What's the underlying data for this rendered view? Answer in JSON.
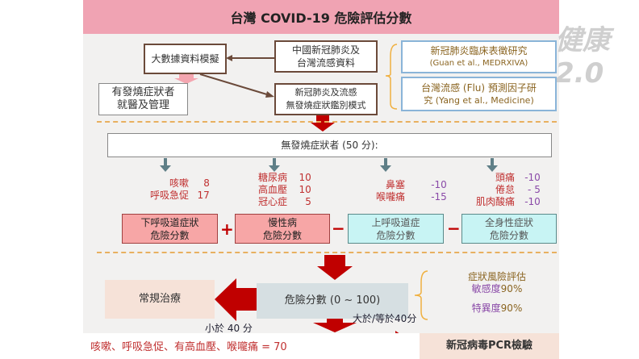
{
  "title": "台灣 COVID-19 危險評估分數",
  "logo": "健康2.0",
  "top": {
    "big_data": "大數據資料模擬",
    "source_line1": "中國新冠肺炎及",
    "source_line2": "台灣流感資料",
    "study1_line1": "新冠肺炎臨床表徵研究",
    "study1_line2": "(Guan et al., MEDRXIVA)",
    "study2_line1": "台灣流感 (Flu) 預測因子研",
    "study2_line2": "究 (Yang et al., Medicine)",
    "fever_line1": "有發燒症狀者",
    "fever_line2": "就醫及管理",
    "model_line1": "新冠肺炎及流感",
    "model_line2": "無發燒症狀鑑別模式"
  },
  "no_fever": "無發燒症狀者 (50 分):",
  "groups": [
    {
      "items": [
        {
          "name": "咳嗽",
          "score": "8"
        },
        {
          "name": "呼吸急促",
          "score": "17"
        }
      ],
      "label1": "下呼吸道症狀",
      "label2": "危險分數"
    },
    {
      "items": [
        {
          "name": "糖尿病",
          "score": "10"
        },
        {
          "name": "高血壓",
          "score": "10"
        },
        {
          "name": "冠心症",
          "score": "5"
        }
      ],
      "label1": "慢性病",
      "label2": "危險分數"
    },
    {
      "items": [
        {
          "name": "鼻塞",
          "score": "-10"
        },
        {
          "name": "喉嚨痛",
          "score": "-15"
        }
      ],
      "label1": "上呼吸道症",
      "label2": "危險分數"
    },
    {
      "items": [
        {
          "name": "頭痛",
          "score": "-10"
        },
        {
          "name": "倦怠",
          "score": "- 5"
        },
        {
          "name": "肌肉酸痛",
          "score": "-10"
        }
      ],
      "label1": "全身性症狀",
      "label2": "危險分數"
    }
  ],
  "ops": [
    "+",
    "−",
    "−"
  ],
  "bottom": {
    "routine": "常規治療",
    "risk": "危險分數 (0 ~ 100)",
    "assess": "症狀風險評估",
    "sens_label": "敏感度",
    "sens": "90%",
    "spec_label": "特異度",
    "spec": "90%",
    "below": "小於 40 分",
    "above": "大於/等於40分",
    "example": "咳嗽、呼吸急促、有高血壓、喉嚨痛 = 70",
    "pcr": "新冠病毒PCR檢驗"
  }
}
